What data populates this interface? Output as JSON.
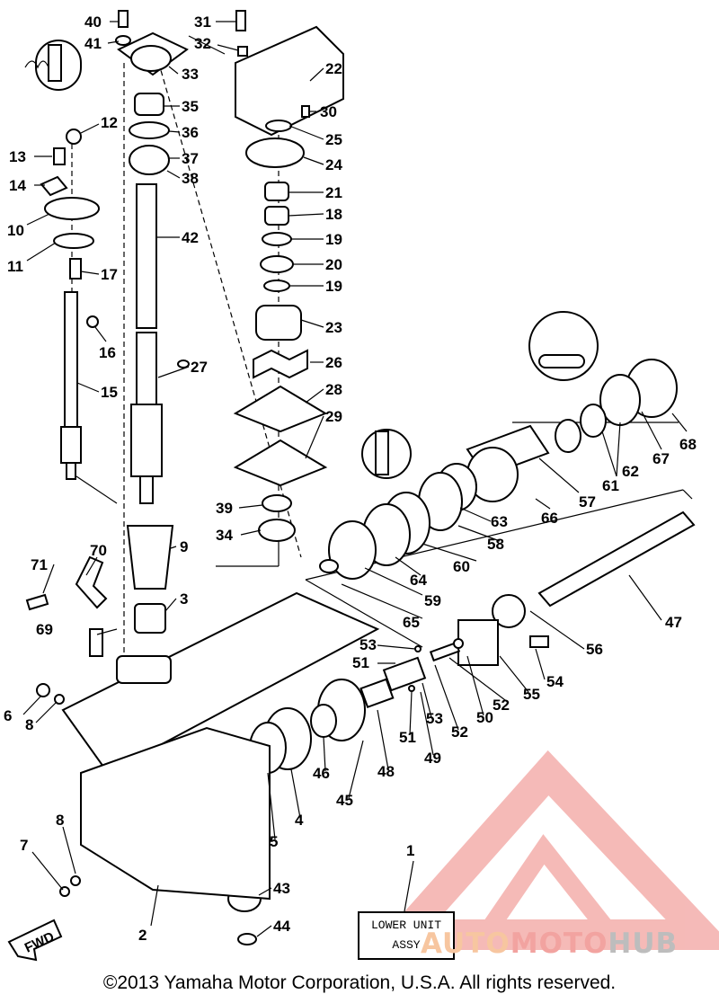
{
  "diagram": {
    "part_numbers": [
      "40",
      "41",
      "31",
      "32",
      "33",
      "22",
      "30",
      "35",
      "12",
      "36",
      "25",
      "13",
      "37",
      "24",
      "14",
      "38",
      "21",
      "10",
      "18",
      "42",
      "19",
      "11",
      "17",
      "20",
      "19",
      "23",
      "16",
      "26",
      "27",
      "15",
      "28",
      "29",
      "39",
      "34",
      "9",
      "71",
      "70",
      "3",
      "61",
      "62",
      "67",
      "68",
      "57",
      "66",
      "63",
      "58",
      "60",
      "64",
      "59",
      "65",
      "47",
      "69",
      "53",
      "51",
      "56",
      "54",
      "52",
      "55",
      "6",
      "8",
      "50",
      "53",
      "52",
      "49",
      "51",
      "48",
      "46",
      "45",
      "4",
      "5",
      "8",
      "7",
      "43",
      "2",
      "44",
      "1"
    ],
    "label_box": {
      "line1": "LOWER UNIT",
      "line2": "ASSY"
    },
    "fwd_arrow": "FWD",
    "copyright": "©2013 Yamaha Motor Corporation, U.S.A. All rights reserved.",
    "watermark": {
      "part1": "AUTO",
      "part2": "MOTO",
      "part3": "HUB"
    },
    "colors": {
      "watermark_orange": "#f7c6a0",
      "watermark_red": "#f2a3a0",
      "watermark_gray": "#bdbdbd",
      "line": "#000000"
    }
  }
}
